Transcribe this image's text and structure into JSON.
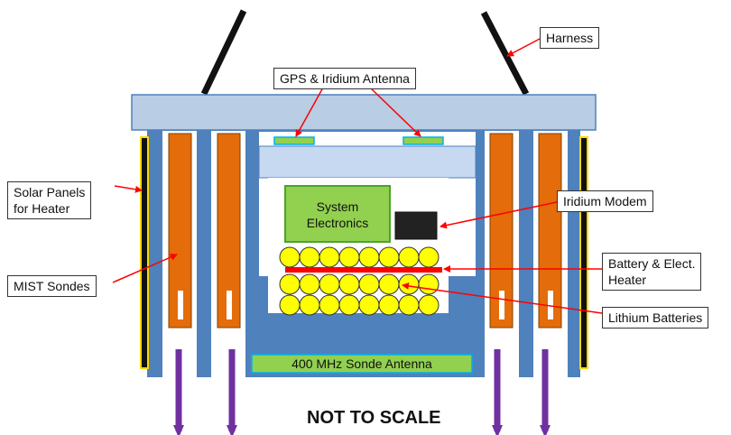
{
  "labels": {
    "harness": "Harness",
    "gps_antenna": "GPS  & Iridium Antenna",
    "solar_panels_line1": "Solar Panels",
    "solar_panels_line2": "for Heater",
    "mist_sondes": "MIST Sondes",
    "iridium_modem": "Iridium Modem",
    "battery_heater_line1": "Battery & Elect.",
    "battery_heater_line2": "Heater",
    "lithium_batteries": "Lithium Batteries",
    "system_electronics_line1": "System",
    "system_electronics_line2": "Electronics",
    "sonde_antenna": "400 MHz Sonde Antenna",
    "scale_note": "NOT TO SCALE"
  },
  "colors": {
    "frame_blue": "#4f81bd",
    "top_plate": "#b9cde5",
    "sonde_orange": "#e46c0a",
    "battery_yellow": "#ffff00",
    "heater_red": "#ff0000",
    "electronics_green": "#92d050",
    "arrow_red": "#ff0000",
    "release_purple": "#7030a0"
  }
}
